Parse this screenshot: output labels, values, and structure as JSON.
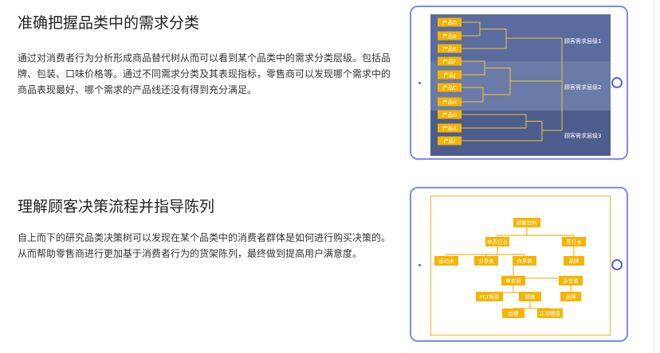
{
  "section1": {
    "title": "准确把握品类中的需求分类",
    "description": "通过对消费者行为分析形成商品替代树从而可以看到某个品类中的需求分类层级。包括品牌、包装、口味价格等。通过不同需求分类及其表现指标，零售商可以发现哪个需求中的商品表现最好、哪个需求的产品线还没有得到充分满足。"
  },
  "section2": {
    "title": "理解顾客决策流程并指导陈列",
    "description": "自上而下的研究品类决策树可以发现在某个品类中的消费者群体是如何进行购买决策的。从而帮助零售商进行更加基于消费者行为的货架陈列，最终做到提高用户满意度。"
  },
  "diagram1": {
    "products": [
      "产品D",
      "产品B",
      "产品E",
      "产品F",
      "产品J",
      "产品C",
      "产品H",
      "产品G",
      "产品A",
      "产品I"
    ],
    "levels": [
      "顾客需求层级1",
      "顾客需求层级2",
      "顾客需求层级3"
    ],
    "colors": {
      "band1": "#5a6c9f",
      "band2": "#6a7ba8",
      "band3": "#4d5d8e",
      "product": "#f4b400",
      "line": "#f4c430"
    }
  },
  "diagram2": {
    "root": "碳酸饮料",
    "level1": [
      "非苏打水",
      "苏打水"
    ],
    "level2": [
      "运动水",
      "分享装",
      "自享装",
      "品牌"
    ],
    "level3": [
      "单支装",
      "多支装"
    ],
    "level4": [
      "PET瓶装",
      "罐装",
      "品牌"
    ],
    "level5": [
      "低糖",
      "正常糖度"
    ],
    "colors": {
      "node": "#f4b400",
      "line": "#e8a400",
      "border": "#f0b030"
    }
  }
}
